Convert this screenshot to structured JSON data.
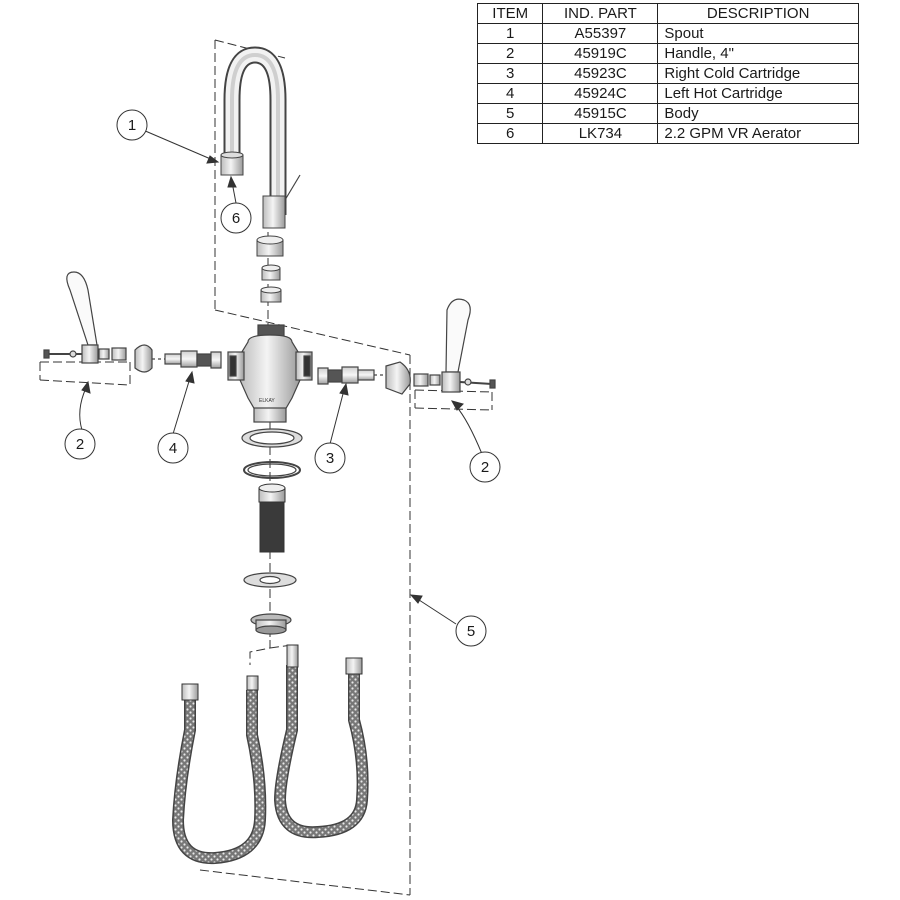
{
  "parts_table": {
    "headers": [
      "ITEM",
      "IND. PART",
      "DESCRIPTION"
    ],
    "rows": [
      {
        "item": "1",
        "part": "A55397",
        "description": "Spout"
      },
      {
        "item": "2",
        "part": "45919C",
        "description": "Handle, 4\""
      },
      {
        "item": "3",
        "part": "45923C",
        "description": "Right Cold Cartridge"
      },
      {
        "item": "4",
        "part": "45924C",
        "description": "Left Hot Cartridge"
      },
      {
        "item": "5",
        "part": "45915C",
        "description": "Body"
      },
      {
        "item": "6",
        "part": "LK734",
        "description": "2.2 GPM VR Aerator"
      }
    ]
  },
  "callouts": {
    "spout": "1",
    "aerator": "6",
    "handle_left": "2",
    "handle_right": "2",
    "hot_cartridge": "4",
    "cold_cartridge": "3",
    "body": "5"
  },
  "body_brand": "ELKAY"
}
